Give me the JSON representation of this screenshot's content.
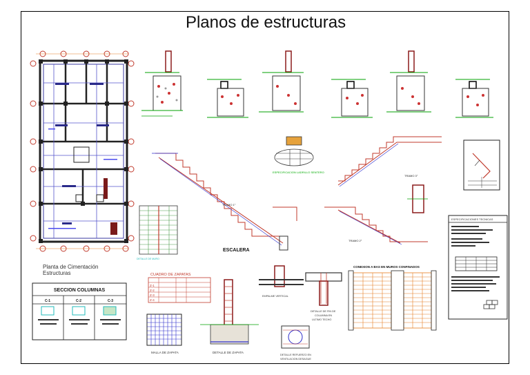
{
  "title": "Planos de estructuras",
  "plan_label": {
    "line1": "Planta de Cimentación",
    "line2": "Estructuras"
  },
  "stairs_label": "ESCALERA",
  "tramo1": "TRAMO 1°",
  "tramo2": "TRAMO 2°",
  "tramo3": "TRAMO 3°",
  "especificacion_ladrillo": "ESPECIFICACION LADRILLO SENTERO",
  "cuadro_zapatas": {
    "title": "CUADRO DE ZAPATAS",
    "rows": [
      "Z-1",
      "Z-2",
      "Z-3",
      "Z-4"
    ]
  },
  "seccion_columnas": {
    "title": "SECCION COLUMNAS",
    "cols": [
      "C-1",
      "C-2",
      "C-3"
    ]
  },
  "malla_zapata": "MALLA DE ZAPATA",
  "detalle_zapata": "DETALLE DE ZAPATA",
  "empalme_vertical": "EMPALME VERTICAL",
  "detalle_fin_columna": [
    "DETALLE DE FIN DE",
    "COLUMNA EN",
    "ULTIMO TECHO"
  ],
  "detalle_refuerzo": [
    "DETALLE REFUERZO EN",
    "VENTILACION DESAGUE"
  ],
  "conexion_muros": "CONEXION A BAS EN MUROS CONFINADOS",
  "especificaciones": "ESPECIFICACIONES TECNICAS",
  "detalle_muro": "DETALLE DE MURO"
}
